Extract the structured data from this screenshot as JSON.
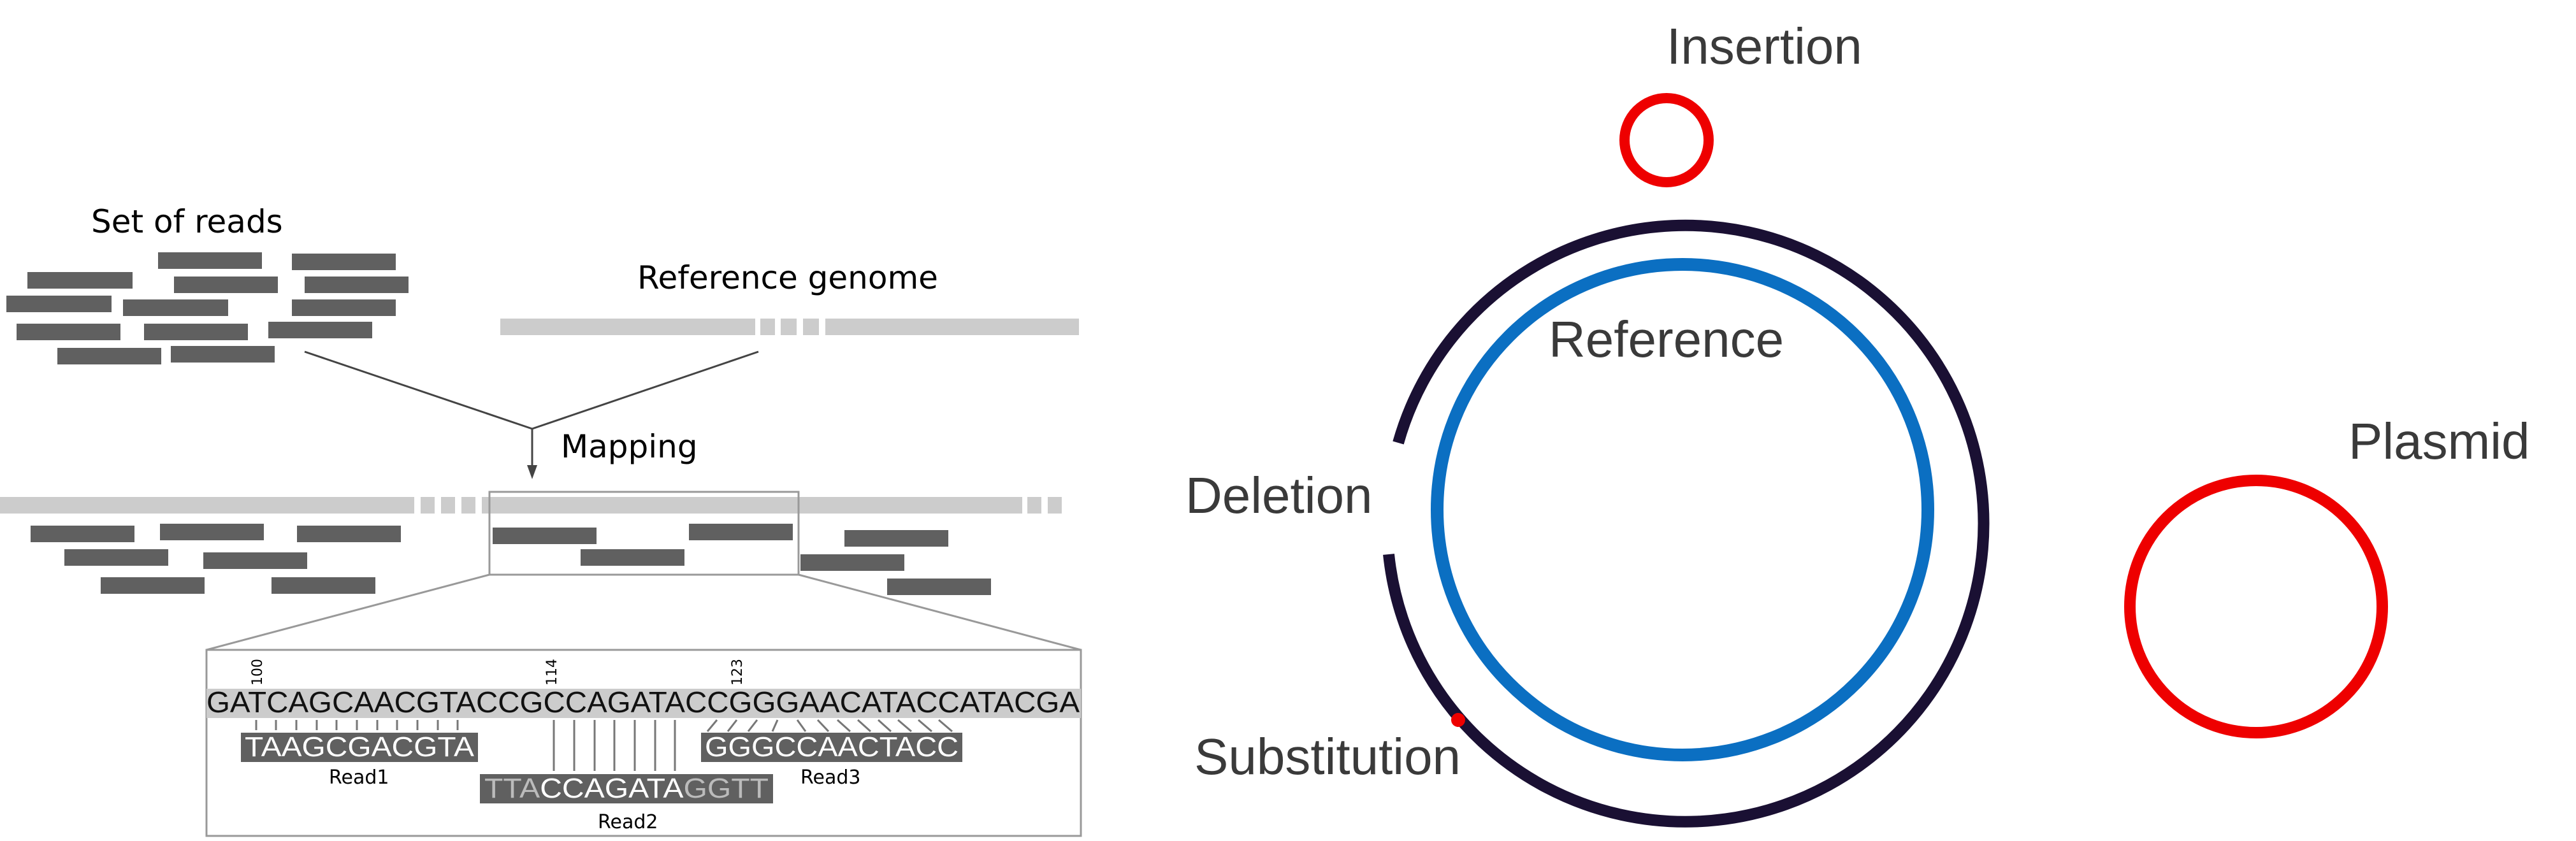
{
  "left_panel": {
    "set_of_reads_label": "Set of reads",
    "reference_genome_label": "Reference genome",
    "mapping_label": "Mapping",
    "positions": [
      "100",
      "114",
      "123"
    ],
    "reference_sequence": "GATCAGCAACGTACCGCCAGATACCGGGAACATACCATACGA",
    "read1": {
      "sequence": "TAAGCGACGTA",
      "label": "Read1"
    },
    "read2": {
      "prefix": "TTA",
      "middle": "CCAGATA",
      "suffix": "GGTT",
      "label": "Read2"
    },
    "read3": {
      "sequence": "GGGCCAACTACC",
      "label": "Read3"
    }
  },
  "right_panel": {
    "insertion_label": "Insertion",
    "reference_label": "Reference",
    "deletion_label": "Deletion",
    "substitution_label": "Substitution",
    "plasmid_label": "Plasmid"
  },
  "colors": {
    "read_bar": "#606060",
    "reference_bar": "#cccccc",
    "chromosome": "#1a1033",
    "reference_ring": "#0b6fc2",
    "variant_red": "#ee0000"
  }
}
